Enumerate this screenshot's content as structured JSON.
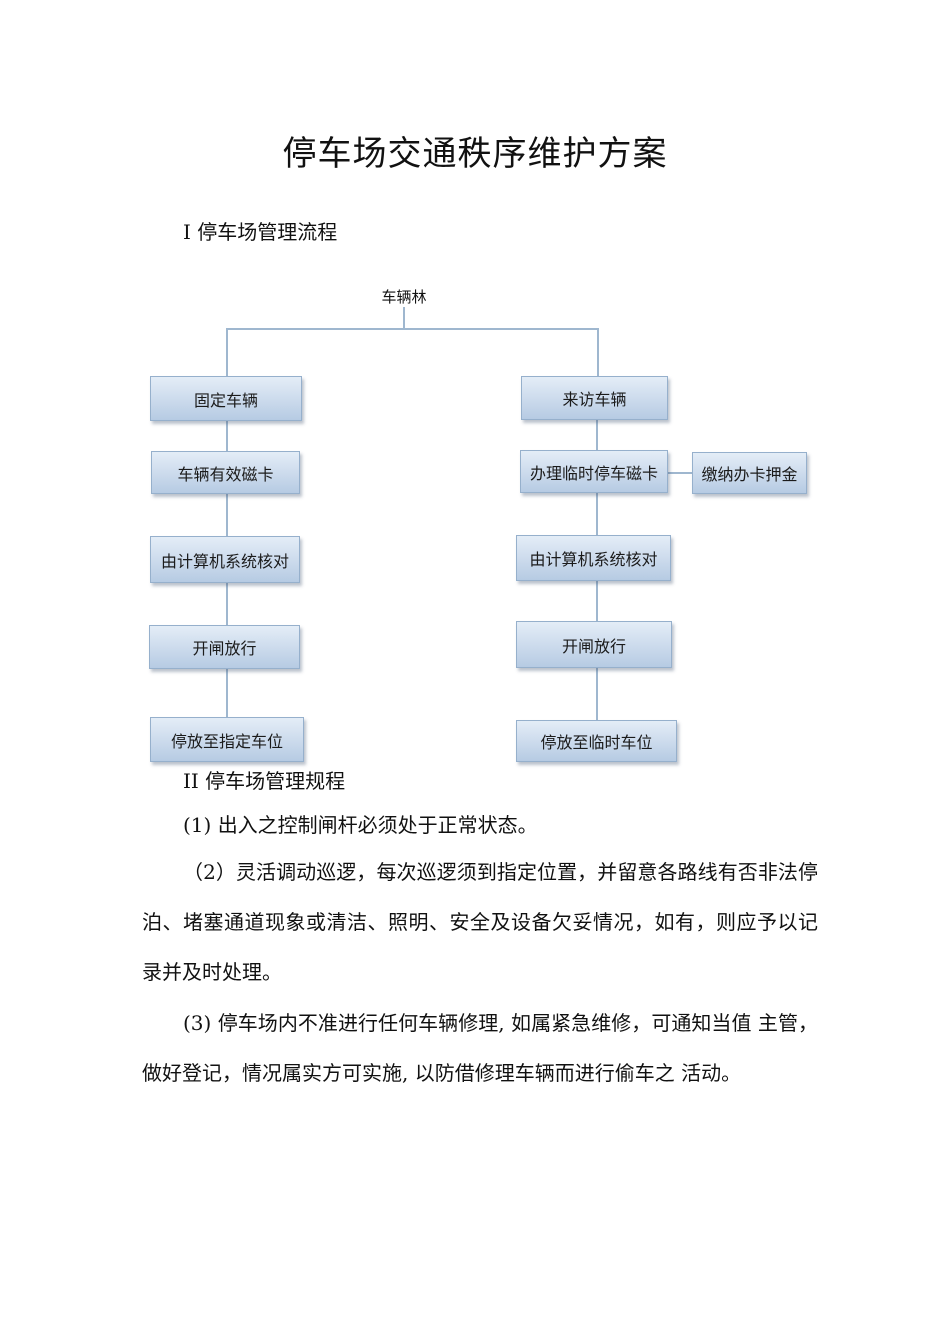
{
  "document": {
    "title": "停车场交通秩序维护方案",
    "section1_heading": "I 停车场管理流程",
    "section2_heading": "II 停车场管理规程",
    "paragraphs": {
      "p1": "(1) 出入之控制闸杆必须处于正常状态。",
      "p2": "（2）灵活调动巡逻，每次巡逻须到指定位置，并留意各路线有否非法停泊、堵塞通道现象或清洁、照明、安全及设备欠妥情况，如有，则应予以记录并及时处理。",
      "p3": "(3) 停车场内不准进行任何车辆修理, 如属紧急维修，可通知当值 主管，做好登记，情况属实方可实施, 以防借修理车辆而进行偷车之 活动。"
    }
  },
  "flowchart": {
    "root": "车辆林",
    "left_branch": [
      "固定车辆",
      "车辆有效磁卡",
      "由计算机系统核对",
      "开闸放行",
      "停放至指定车位"
    ],
    "right_branch": [
      "来访车辆",
      "办理临时停车磁卡",
      "由计算机系统核对",
      "开闸放行",
      "停放至临时车位"
    ],
    "side_box": "缴纳办卡押金",
    "colors": {
      "box_fill": "#cbdaec",
      "box_border": "#96b0cc",
      "connector": "#9fb7cf"
    }
  }
}
